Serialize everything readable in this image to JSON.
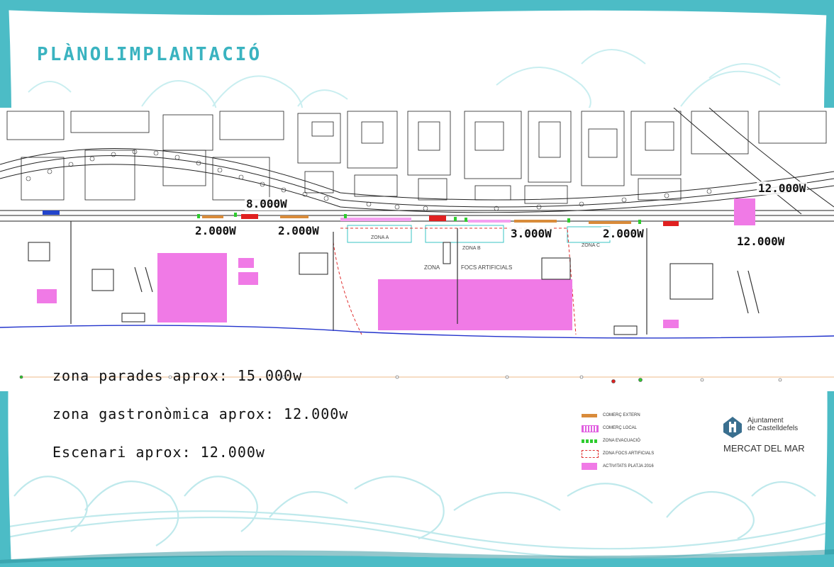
{
  "title": "PLÀNOLIMPLANTACIÓ",
  "power_labels": [
    "8.000W",
    "2.000W",
    "2.000W",
    "3.000W",
    "2.000W",
    "12.000W",
    "12.000W"
  ],
  "map_labels": {
    "zona_a": "ZONA A",
    "zona_b": "ZONA B",
    "zona_c": "ZONA C",
    "focs": "FOCS ARTIFICIALS",
    "zona": "ZONA"
  },
  "summary": [
    "zona parades aprox: 15.000w",
    "zona gastronòmica aprox: 12.000w",
    "Escenari aprox: 12.000w"
  ],
  "legend": [
    {
      "label": "COMERÇ EXTERN",
      "color": "#d98b3a"
    },
    {
      "label": "COMERÇ LOCAL",
      "color": "#e060e0"
    },
    {
      "label": "ZONA EVACUACIÓ",
      "color": "#2ecc2e"
    },
    {
      "label": "ZONA FOCS ARTIFICIALS",
      "color": "#e03030"
    },
    {
      "label": "ACTIVITATS PLATJA 2016",
      "color": "#f07ae6"
    }
  ],
  "logo": {
    "line1": "Ajuntament",
    "line2": "de Castelldefels",
    "event": "MERCAT DEL MAR"
  },
  "colors": {
    "accent": "#3ab3c0",
    "activity_pink": "#f07ae6",
    "brush_border": "#4cbcc6"
  }
}
